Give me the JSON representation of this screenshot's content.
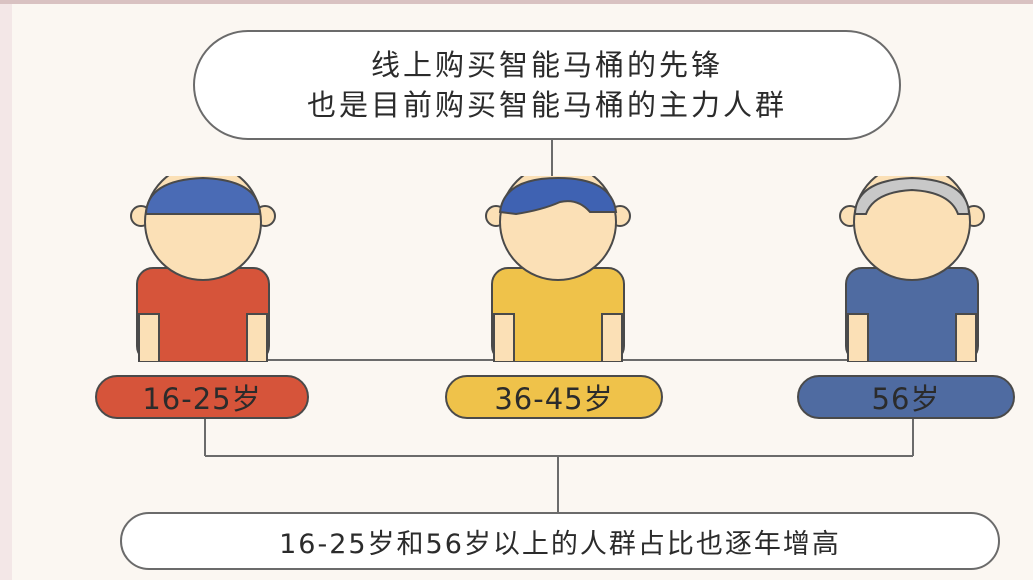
{
  "header_bubble": {
    "line1": "线上购买智能马桶的先锋",
    "line2": "也是目前购买智能马桶的主力人群"
  },
  "age_groups": [
    {
      "label": "16-25岁",
      "shirt_color": "#d6543a",
      "hair_color": "#4a6bb5"
    },
    {
      "label": "36-45岁",
      "shirt_color": "#efc24a",
      "hair_color": "#3f62b2"
    },
    {
      "label": "56岁",
      "shirt_color": "#4f6ba1",
      "hair_color": "#c8c8c8"
    }
  ],
  "footer_bubble": {
    "text": "16-25岁和56岁以上的人群占比也逐年增高"
  },
  "colors": {
    "skin": "#fbe0b6",
    "outline": "#4a4a4a",
    "background": "#fbf7f2"
  }
}
